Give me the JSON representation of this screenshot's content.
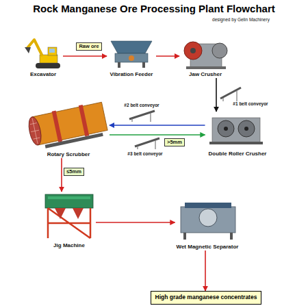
{
  "diagram": {
    "title": "Rock Manganese Ore Processing Plant Flowchart",
    "nodes": [
      {
        "text": [
          "Excavator"
        ]
      },
      {
        "text": [
          "Vibration Feeder"
        ]
      },
      {
        "text": [
          "Jaw Crusher"
        ]
      },
      {
        "text": [
          "Rotary Scrubber"
        ]
      },
      {
        "text": [
          "Double Roller Crusher"
        ]
      },
      {
        "text": [
          "Jig Machine"
        ]
      },
      {
        "text": [
          "Wet Magnetic Separator"
        ]
      },
      {
        "text": [
          "High grade manganese concentrates"
        ]
      }
    ],
    "edges": [
      {
        "from": 0,
        "to": 1,
        "label": "Raw ore",
        "arrow": "to"
      },
      {
        "from": 1,
        "to": 2,
        "arrow": "to"
      },
      {
        "from": 2,
        "to": 4,
        "arrow": "to"
      },
      {
        "from": 4,
        "to": 3,
        "arrow": "to"
      },
      {
        "from": 3,
        "to": 4,
        "label": ">5mm",
        "arrow": "to"
      },
      {
        "from": 3,
        "to": 5,
        "label": "≤5mm",
        "arrow": "to"
      },
      {
        "from": 5,
        "to": 6,
        "arrow": "to"
      },
      {
        "from": 6,
        "to": 7,
        "arrow": "to"
      }
    ],
    "labels": [
      "designed by Gelin Machinery",
      "#1 belt conveyor",
      "#2 belt conveyor",
      "#3 belt conveyor"
    ]
  }
}
